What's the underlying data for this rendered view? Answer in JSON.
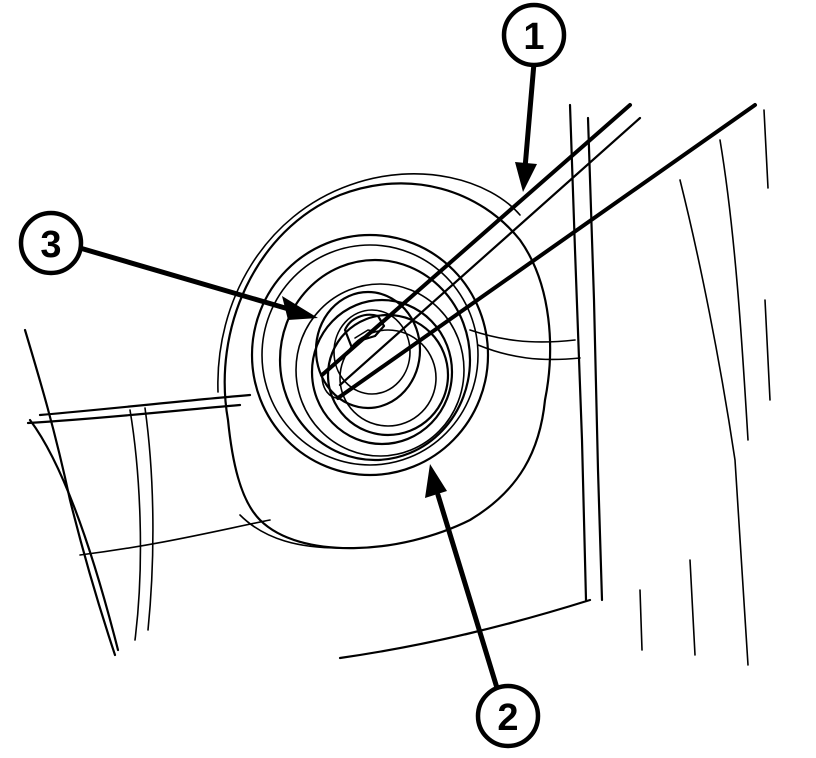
{
  "callouts": {
    "c1": "1",
    "c2": "2",
    "c3": "3"
  },
  "colors": {
    "stroke": "#000000",
    "background": "#ffffff"
  }
}
